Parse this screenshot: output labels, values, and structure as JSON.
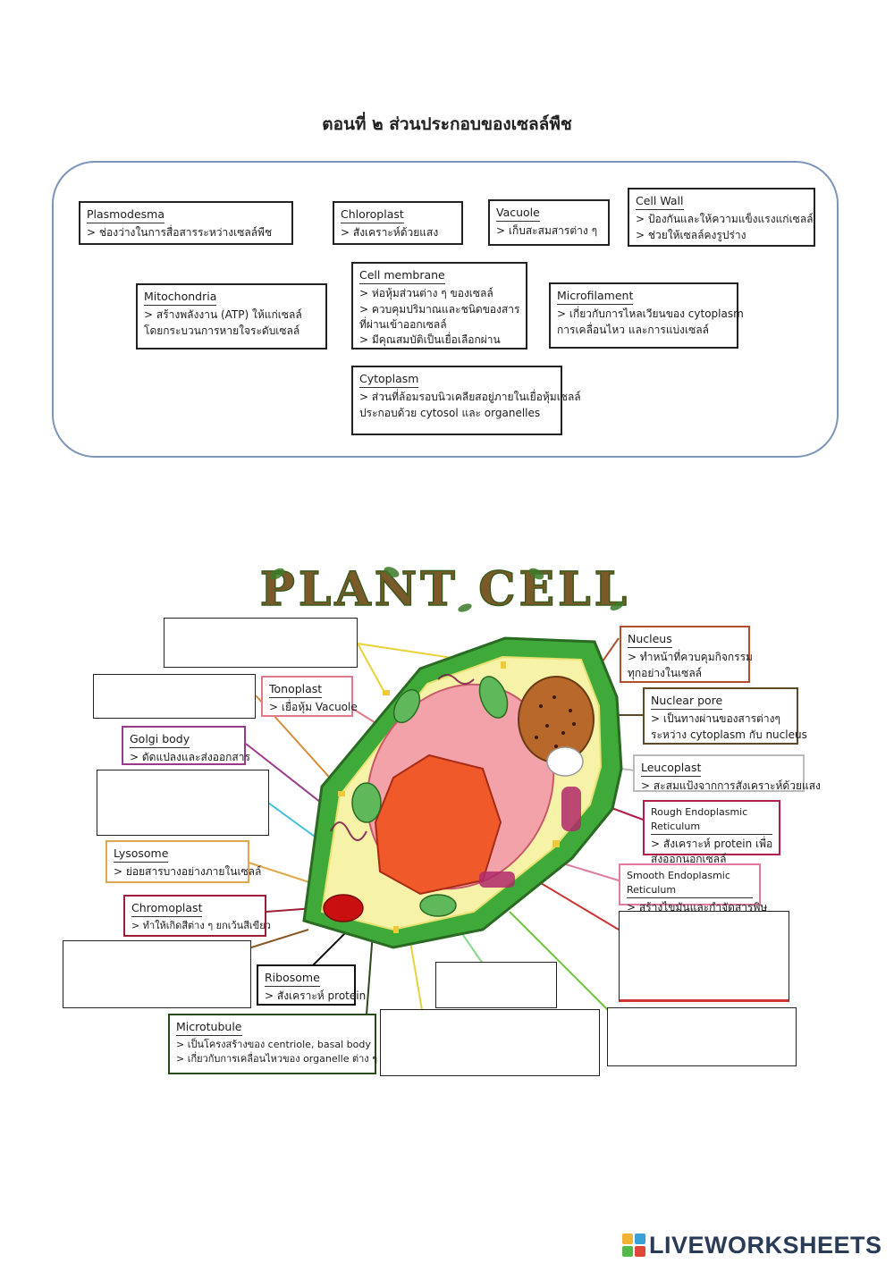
{
  "page_title": "ตอนที่  ๒  ส่วนประกอบของเซลล์พืช",
  "word_bank": [
    {
      "key": "plasmodesma",
      "title": "Plasmodesma",
      "lines": [
        "> ช่องว่างในการสื่อสารระหว่างเซลล์พืช"
      ]
    },
    {
      "key": "chloroplast",
      "title": "Chloroplast",
      "lines": [
        "> สังเคราะห์ด้วยแสง"
      ]
    },
    {
      "key": "vacuole",
      "title": "Vacuole",
      "lines": [
        "> เก็บสะสมสารต่าง ๆ"
      ]
    },
    {
      "key": "cell-wall",
      "title": "Cell Wall",
      "lines": [
        "> ป้องกันและให้ความแข็งแรงแก่เซลล์",
        "> ช่วยให้เซลล์คงรูปร่าง"
      ]
    },
    {
      "key": "mitochondria",
      "title": "Mitochondria",
      "lines": [
        "> สร้างพลังงาน (ATP) ให้แก่เซลล์",
        "   โดยกระบวนการหายใจระดับเซลล์"
      ]
    },
    {
      "key": "cell-membrane",
      "title": "Cell membrane",
      "lines": [
        "> ห่อหุ้มส่วนต่าง ๆ ของเซลล์",
        "> ควบคุมปริมาณและชนิดของสาร",
        "   ที่ผ่านเข้าออกเซลล์",
        "> มีคุณสมบัติเป็นเยื่อเลือกผ่าน"
      ]
    },
    {
      "key": "microfilament",
      "title": "Microfilament",
      "lines": [
        "> เกี่ยวกับการไหลเวียนของ cytoplasm",
        "   การเคลื่อนไหว และการแบ่งเซลล์"
      ]
    },
    {
      "key": "cytoplasm",
      "title": "Cytoplasm",
      "lines": [
        "> ส่วนที่ล้อมรอบนิวเคลียสอยู่ภายในเยื่อหุ้มเซลล์",
        "   ประกอบด้วย cytosol และ organelles"
      ]
    }
  ],
  "diagram_title": "PLANT CELL",
  "labels": [
    {
      "key": "nucleus",
      "title": "Nucleus",
      "lines": [
        "> ทำหน้าที่ควบคุมกิจกรรม",
        "   ทุกอย่างในเซลล์"
      ],
      "color": "#b0502c"
    },
    {
      "key": "tonoplast",
      "title": "Tonoplast",
      "lines": [
        "> เยื่อหุ้ม Vacuole"
      ],
      "color": "#e07a8a"
    },
    {
      "key": "golgi",
      "title": "Golgi body",
      "lines": [
        "> ดัดแปลงและส่งออกสาร"
      ],
      "color": "#9a3a8a"
    },
    {
      "key": "nuclear-pore",
      "title": "Nuclear pore",
      "lines": [
        "> เป็นทางผ่านของสารต่างๆ",
        "   ระหว่าง cytoplasm กับ nucleus"
      ],
      "color": "#5c4a2a"
    },
    {
      "key": "leucoplast",
      "title": "Leucoplast",
      "lines": [
        "> สะสมแป้งจากการสังเคราะห์ด้วยแสง"
      ],
      "color": "#bbbbbb"
    },
    {
      "key": "rough-er",
      "title": "Rough Endoplasmic Reticulum",
      "lines": [
        "> สังเคราะห์ protein เพื่อ",
        "   ส่งออกนอกเซลล์"
      ],
      "color": "#b21e4a"
    },
    {
      "key": "lysosome",
      "title": "Lysosome",
      "lines": [
        "> ย่อยสารบางอย่างภายในเซลล์"
      ],
      "color": "#e0a84a"
    },
    {
      "key": "smooth-er",
      "title": "Smooth Endoplasmic Reticulum",
      "lines": [
        "> สร้างไขมันและกำจัดสารพิษ"
      ],
      "color": "#e07aa0"
    },
    {
      "key": "chromoplast",
      "title": "Chromoplast",
      "lines": [
        "> ทำให้เกิดสีต่าง ๆ ยกเว้นสีเขียว"
      ],
      "color": "#a01e3a"
    },
    {
      "key": "ribosome",
      "title": "Ribosome",
      "lines": [
        "> สังเคราะห์ protein"
      ],
      "color": "#111111"
    },
    {
      "key": "microtubule",
      "title": "Microtubule",
      "lines": [
        "> เป็นโครงสร้างของ centriole, basal body",
        "> เกี่ยวกับการเคลื่อนไหวของ organelle ต่าง ๆ"
      ],
      "color": "#2a4a1a"
    }
  ],
  "watermark": "LIVEWORKSHEETS"
}
